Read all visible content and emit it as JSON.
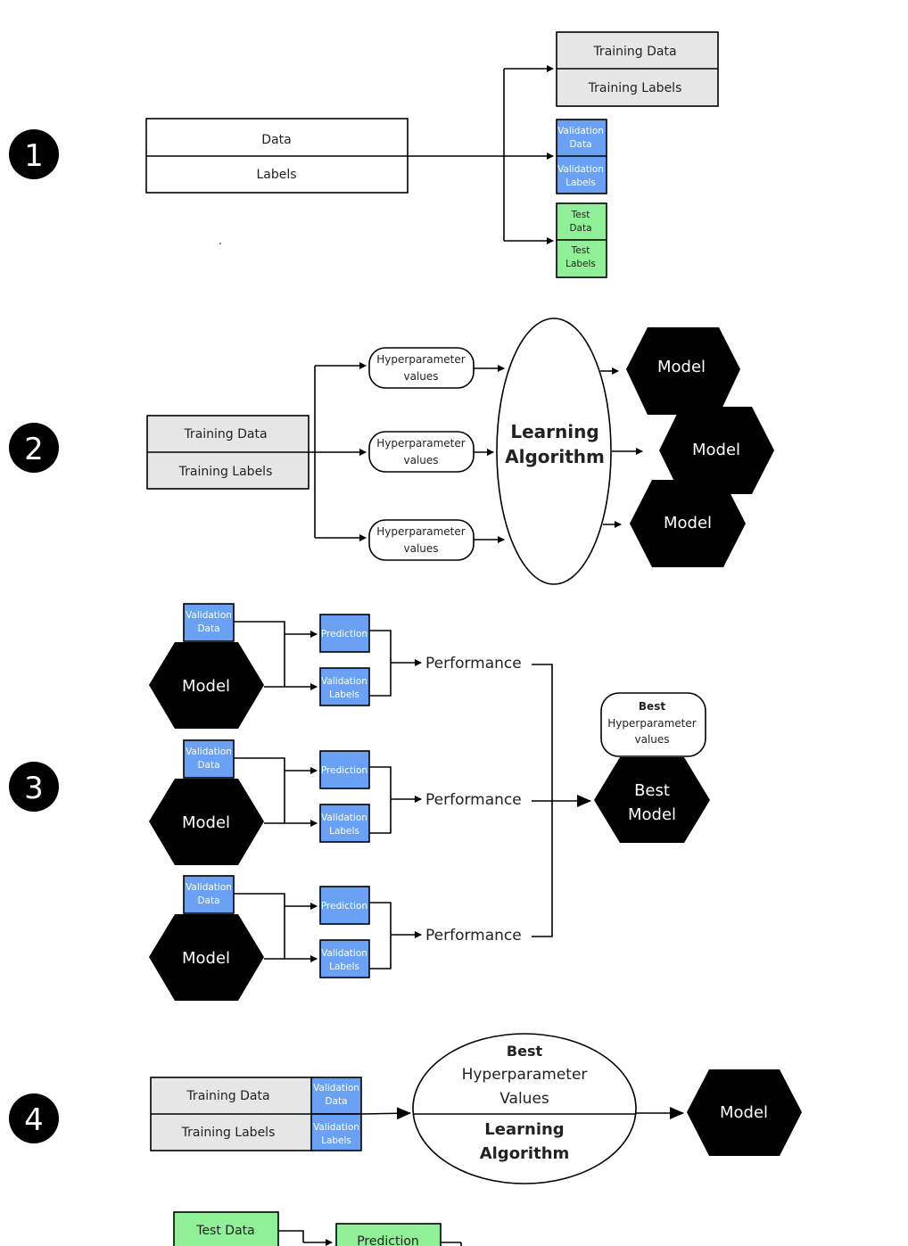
{
  "steps": [
    "1",
    "2",
    "3",
    "4"
  ],
  "s1": {
    "data": "Data",
    "labels": "Labels",
    "train_data": "Training Data",
    "train_labels": "Training Labels",
    "val_data": [
      "Validation",
      "Data"
    ],
    "val_labels": [
      "Validation",
      "Labels"
    ],
    "test_data": [
      "Test",
      "Data"
    ],
    "test_labels": [
      "Test",
      "Labels"
    ]
  },
  "s2": {
    "train_data": "Training Data",
    "train_labels": "Training Labels",
    "hyper": [
      "Hyperparameter",
      "values"
    ],
    "algo": [
      "Learning",
      "Algorithm"
    ],
    "model": "Model"
  },
  "s3": {
    "val_data": [
      "Validation",
      "Data"
    ],
    "model": "Model",
    "prediction": "Prediction",
    "val_labels": [
      "Validation",
      "Labels"
    ],
    "performance": "Performance",
    "best_hyper": [
      "Best",
      "Hyperparameter",
      "values"
    ],
    "best_model": [
      "Best",
      "Model"
    ]
  },
  "s4": {
    "train_data": "Training Data",
    "train_labels": "Training Labels",
    "val_data": [
      "Validation",
      "Data"
    ],
    "val_labels": [
      "Validation",
      "Labels"
    ],
    "best_hyper": [
      "Best",
      "Hyperparameter",
      "Values"
    ],
    "algo": [
      "Learning",
      "Algorithm"
    ],
    "model": "Model",
    "test_data": "Test Data",
    "prediction": "Prediction"
  },
  "colors": {
    "blue": "#6aa1f5",
    "green": "#90f098",
    "gray": "#e6e6e6",
    "black": "#000000"
  }
}
